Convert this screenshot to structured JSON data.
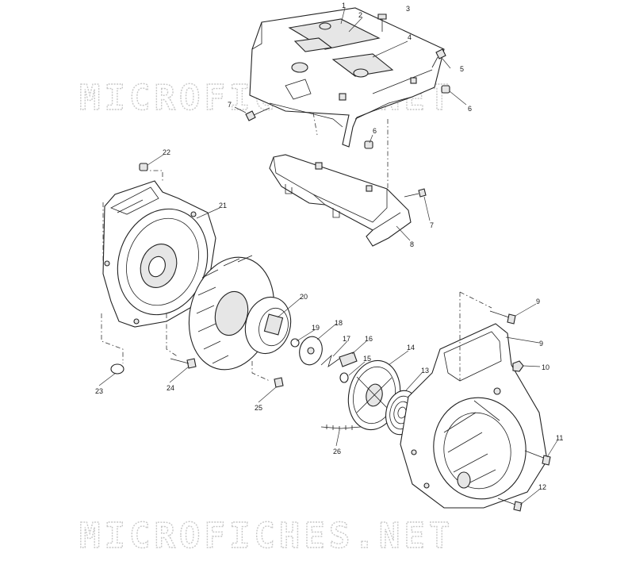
{
  "watermarks": [
    "MICROFICHES.NET",
    "MICROFICHES.NET"
  ],
  "callouts": [
    {
      "id": "c1",
      "label": "1"
    },
    {
      "id": "c2",
      "label": "2"
    },
    {
      "id": "c3",
      "label": "3"
    },
    {
      "id": "c4",
      "label": "4"
    },
    {
      "id": "c5",
      "label": "5"
    },
    {
      "id": "c6a",
      "label": "6"
    },
    {
      "id": "c6b",
      "label": "6"
    },
    {
      "id": "c7a",
      "label": "7"
    },
    {
      "id": "c7b",
      "label": "7"
    },
    {
      "id": "c8",
      "label": "8"
    },
    {
      "id": "c9a",
      "label": "9"
    },
    {
      "id": "c9b",
      "label": "9"
    },
    {
      "id": "c10",
      "label": "10"
    },
    {
      "id": "c11",
      "label": "11"
    },
    {
      "id": "c12",
      "label": "12"
    },
    {
      "id": "c13",
      "label": "13"
    },
    {
      "id": "c14",
      "label": "14"
    },
    {
      "id": "c15",
      "label": "15"
    },
    {
      "id": "c16",
      "label": "16"
    },
    {
      "id": "c17",
      "label": "17"
    },
    {
      "id": "c18",
      "label": "18"
    },
    {
      "id": "c19",
      "label": "19"
    },
    {
      "id": "c20",
      "label": "20"
    },
    {
      "id": "c21",
      "label": "21"
    },
    {
      "id": "c22",
      "label": "22"
    },
    {
      "id": "c23",
      "label": "23"
    },
    {
      "id": "c24",
      "label": "24"
    },
    {
      "id": "c25",
      "label": "25"
    },
    {
      "id": "c26",
      "label": "26"
    }
  ]
}
